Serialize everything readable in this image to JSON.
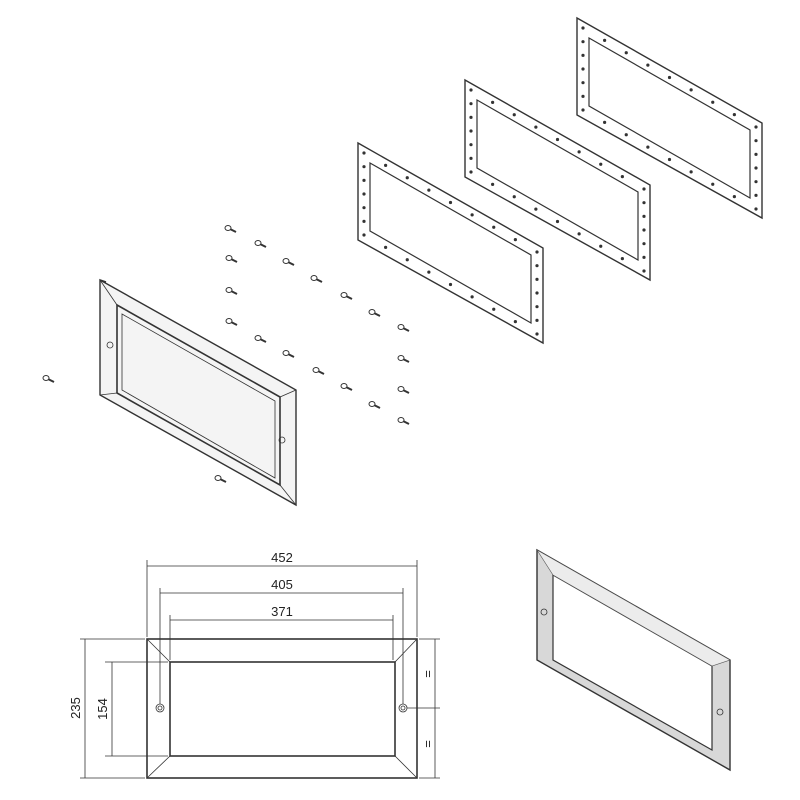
{
  "drawing": {
    "dimensions": {
      "overall_width": "452",
      "hole_spacing": "405",
      "inner_width": "371",
      "overall_height": "235",
      "inner_height": "154",
      "equal_top": "=",
      "equal_bottom": "="
    }
  }
}
